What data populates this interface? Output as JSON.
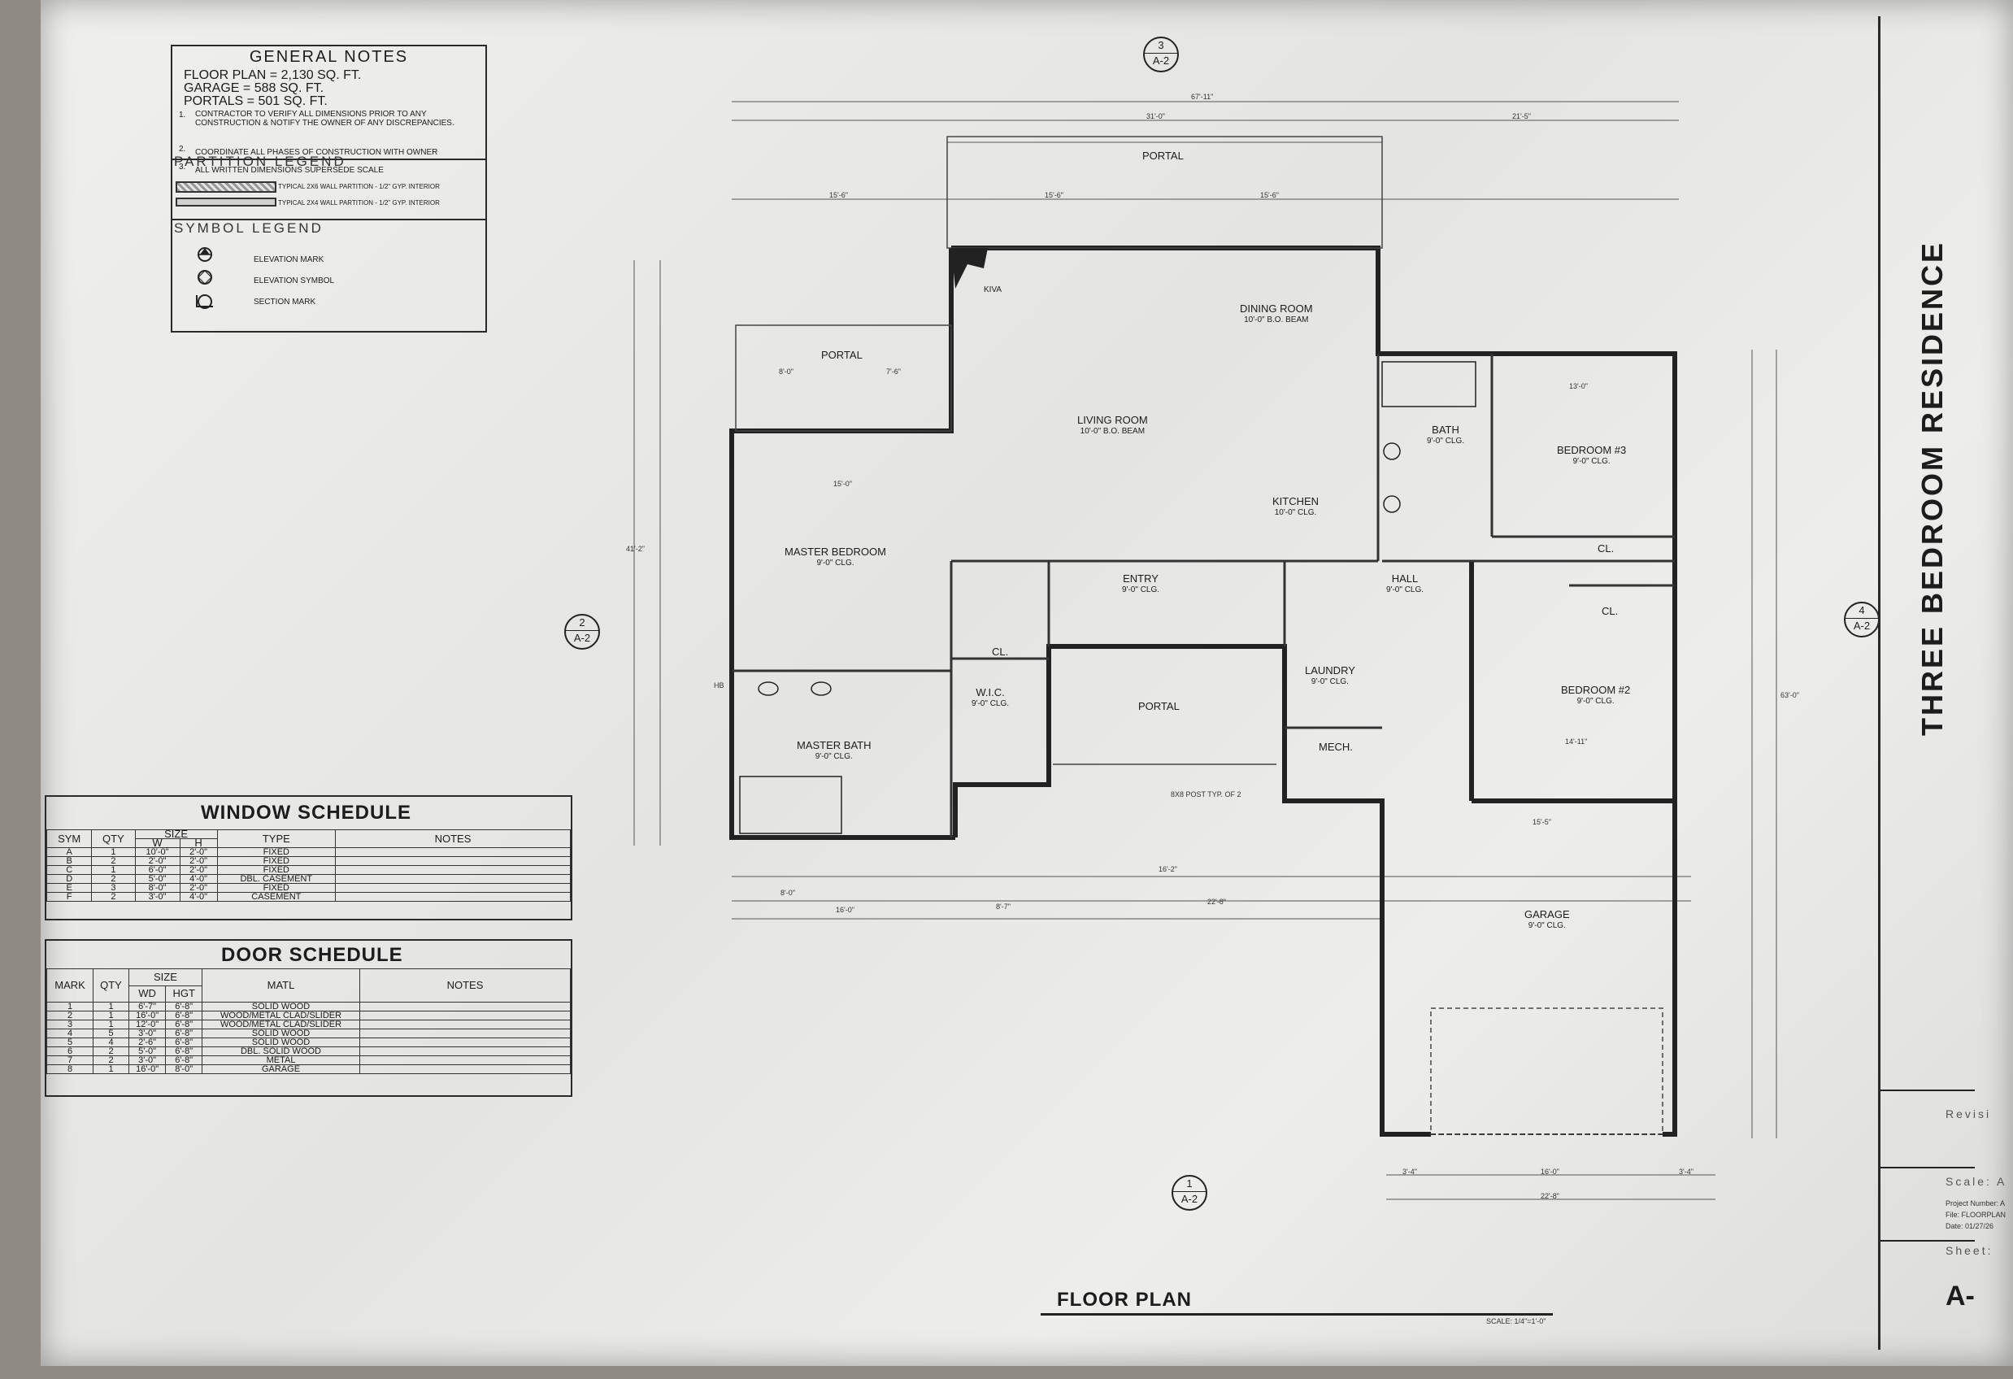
{
  "sheet": {
    "project_title": "THREE BEDROOM RESIDENCE",
    "plan_title": "FLOOR PLAN",
    "scale": "SCALE: 1/4\"=1'-0\"",
    "revision_label": "Revisi",
    "scale_label": "Scale: A",
    "project_number": "Project Number: A",
    "file": "File: FLOORPLAN",
    "date": "Date: 01/27/26",
    "sheet_label": "Sheet:",
    "sheet_number": "A-"
  },
  "general_notes": {
    "title": "GENERAL NOTES",
    "floor_plan": "FLOOR PLAN = 2,130 SQ. FT.",
    "garage": "GARAGE = 588 SQ. FT.",
    "portals": "PORTALS = 501 SQ. FT.",
    "note1_num": "1.",
    "note1": "CONTRACTOR TO VERIFY ALL DIMENSIONS PRIOR TO ANY CONSTRUCTION & NOTIFY THE OWNER OF ANY DISCREPANCIES.",
    "note2_num": "2.",
    "note2": "COORDINATE ALL PHASES OF CONSTRUCTION WITH OWNER",
    "note3_num": "3.",
    "note3": "ALL WRITTEN DIMENSIONS SUPERSEDE SCALE",
    "partition_legend": "PARTITION LEGEND",
    "partition1": "TYPICAL 2X6 WALL PARTITION - 1/2\" GYP. INTERIOR",
    "partition2": "TYPICAL 2X4 WALL PARTITION - 1/2\" GYP. INTERIOR",
    "symbol_legend": "SYMBOL LEGEND",
    "symbol1": "ELEVATION MARK",
    "symbol2": "ELEVATION SYMBOL",
    "symbol3": "SECTION MARK"
  },
  "window_schedule": {
    "title": "WINDOW SCHEDULE",
    "headers": [
      "SYM",
      "QTY",
      "W",
      "H",
      "TYPE",
      "NOTES"
    ],
    "size_label": "SIZE",
    "rows": [
      [
        "A",
        "1",
        "10'-0\"",
        "2'-0\"",
        "FIXED",
        ""
      ],
      [
        "B",
        "2",
        "2'-0\"",
        "2'-0\"",
        "FIXED",
        ""
      ],
      [
        "C",
        "1",
        "6'-0\"",
        "2'-0\"",
        "FIXED",
        ""
      ],
      [
        "D",
        "2",
        "5'-0\"",
        "4'-0\"",
        "DBL. CASEMENT",
        ""
      ],
      [
        "E",
        "3",
        "8'-0\"",
        "2'-0\"",
        "FIXED",
        ""
      ],
      [
        "F",
        "2",
        "3'-0\"",
        "4'-0\"",
        "CASEMENT",
        ""
      ]
    ]
  },
  "door_schedule": {
    "title": "DOOR SCHEDULE",
    "headers": [
      "MARK",
      "QTY",
      "WD",
      "HGT",
      "MATL",
      "NOTES"
    ],
    "size_label": "SIZE",
    "rows": [
      [
        "1",
        "1",
        "6'-7\"",
        "6'-8\"",
        "SOLID WOOD",
        ""
      ],
      [
        "2",
        "1",
        "16'-0\"",
        "6'-8\"",
        "WOOD/METAL CLAD/SLIDER",
        ""
      ],
      [
        "3",
        "1",
        "12'-0\"",
        "6'-8\"",
        "WOOD/METAL CLAD/SLIDER",
        ""
      ],
      [
        "4",
        "5",
        "3'-0\"",
        "6'-8\"",
        "SOLID WOOD",
        ""
      ],
      [
        "5",
        "4",
        "2'-6\"",
        "6'-8\"",
        "SOLID WOOD",
        ""
      ],
      [
        "6",
        "2",
        "5'-0\"",
        "6'-8\"",
        "DBL. SOLID WOOD",
        ""
      ],
      [
        "7",
        "2",
        "3'-0\"",
        "6'-8\"",
        "METAL",
        ""
      ],
      [
        "8",
        "1",
        "16'-0\"",
        "8'-0\"",
        "GARAGE",
        ""
      ]
    ]
  },
  "rooms": {
    "portal_top": "PORTAL",
    "portal_left": "PORTAL",
    "portal_front": "PORTAL",
    "kiva": "KIVA",
    "dining": "DINING ROOM",
    "dining_clg": "10'-0\" B.O. BEAM",
    "living": "LIVING ROOM",
    "living_clg": "10'-0\" B.O. BEAM",
    "kitchen": "KITCHEN",
    "kitchen_clg": "10'-0\" CLG.",
    "master_bed": "MASTER BEDROOM",
    "master_bed_clg": "9'-0\" CLG.",
    "master_bath": "MASTER BATH",
    "master_bath_clg": "9'-0\" CLG.",
    "wic": "W.I.C.",
    "wic_clg": "9'-0\" CLG.",
    "cl": "CL.",
    "entry": "ENTRY",
    "entry_clg": "9'-0\" CLG.",
    "laundry": "LAUNDRY",
    "laundry_clg": "9'-0\" CLG.",
    "mech": "MECH.",
    "hall": "HALL",
    "hall_clg": "9'-0\" CLG.",
    "bath": "BATH",
    "bath_clg": "9'-0\" CLG.",
    "bed3": "BEDROOM #3",
    "bed3_clg": "9'-0\" CLG.",
    "bed2": "BEDROOM #2",
    "bed2_clg": "9'-0\" CLG.",
    "cl_b3": "CL.",
    "cl_b2": "CL.",
    "garage": "GARAGE",
    "garage_clg": "9'-0\" CLG.",
    "post_note": "8X8 POST TYP. OF 2",
    "hb": "HB"
  },
  "dims": {
    "overall_top": "67'-11\"",
    "top_left": "31'-0\"",
    "top_right": "21'-5\"",
    "porch1": "15'-6\"",
    "porch2": "15'-6\"",
    "porch3": "15'-6\"",
    "portal_w1": "8'-0\"",
    "portal_w2": "7'-6\"",
    "mb_w": "15'-0\"",
    "bot1": "8'-0\"",
    "bot2": "16'-0\"",
    "bot3": "22'-8\"",
    "bot4": "16'-2\"",
    "bot5": "8'-7\"",
    "garage_w": "15'-5\"",
    "garage_door": "16'-0\"",
    "garage_total": "22'-8\"",
    "side_right": "63'-0\"",
    "side_left": "41'-2\"",
    "b2_w": "14'-11\"",
    "b3_w": "13'-0\"",
    "g1": "3'-4\"",
    "g2": "3'-4\""
  },
  "marks": {
    "top_num": "3",
    "top_sheet": "A-2",
    "left_num": "2",
    "left_sheet": "A-2",
    "right_num": "4",
    "right_sheet": "A-2",
    "bottom_num": "1",
    "bottom_sheet": "A-2"
  }
}
